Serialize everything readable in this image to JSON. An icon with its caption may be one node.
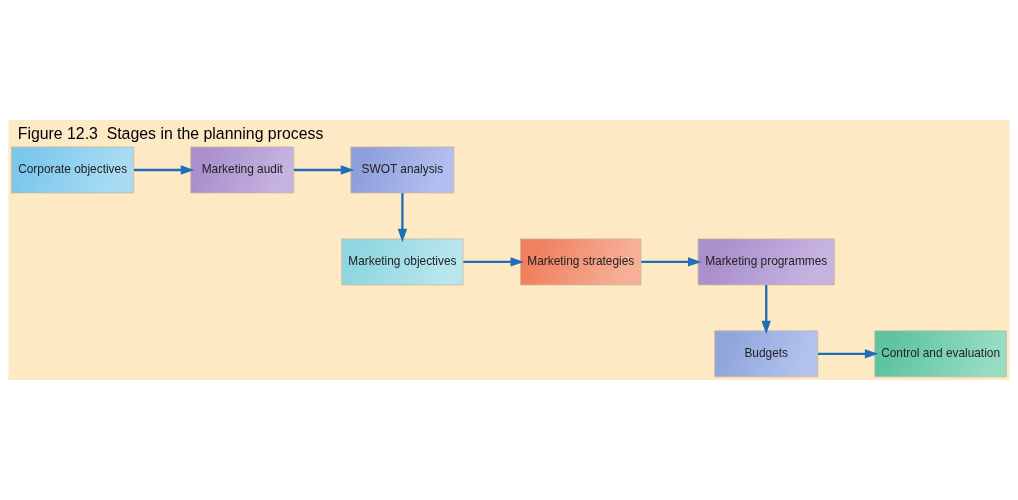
{
  "diagram": {
    "title": "Figure 12.3  Stages in the planning process",
    "nodes": [
      {
        "text": [
          "Corporate objectives"
        ]
      },
      {
        "text": [
          "Marketing audit"
        ]
      },
      {
        "text": [
          "SWOT analysis"
        ]
      },
      {
        "text": [
          "Marketing objectives"
        ]
      },
      {
        "text": [
          "Marketing strategies"
        ]
      },
      {
        "text": [
          "Marketing programmes"
        ]
      },
      {
        "text": [
          "Budgets"
        ]
      },
      {
        "text": [
          "Control and evaluation"
        ]
      }
    ],
    "edges": [
      {
        "from": 0,
        "to": 1,
        "arrow": "to"
      },
      {
        "from": 1,
        "to": 2,
        "arrow": "to"
      },
      {
        "from": 2,
        "to": 3,
        "arrow": "to"
      },
      {
        "from": 3,
        "to": 4,
        "arrow": "to"
      },
      {
        "from": 4,
        "to": 5,
        "arrow": "to"
      },
      {
        "from": 5,
        "to": 6,
        "arrow": "to"
      },
      {
        "from": 6,
        "to": 7,
        "arrow": "to"
      }
    ]
  }
}
